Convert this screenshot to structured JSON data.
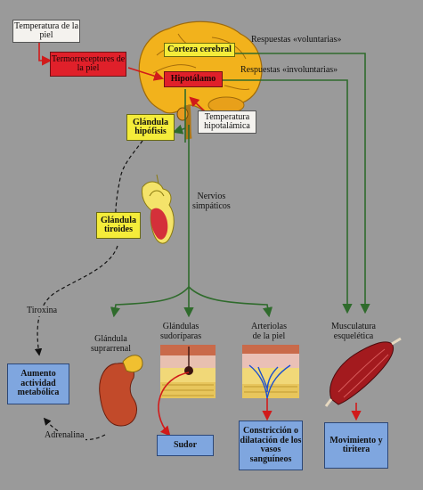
{
  "boxes": {
    "skin_temperature": "Temperatura de la piel",
    "skin_thermoreceptors": "Termorreceptores de la piel",
    "cerebral_cortex": "Corteza cerebral",
    "hypothalamus": "Hipotálamo",
    "hypothalamic_temperature": "Temperatura hipotalámica",
    "pituitary_gland": "Glándula hipófisis",
    "thyroid_gland": "Glándula tiroides",
    "metabolic_activity": "Aumento actividad metabólica",
    "sweat": "Sudor",
    "vessel_constriction": "Constricción o dilatación de los vasos sanguíneos",
    "movement_shivering": "Movimiento y tiritera"
  },
  "labels": {
    "voluntary_responses": "Respuestas «voluntarias»",
    "involuntary_responses": "Respuestas «involuntarias»",
    "sympathetic_nerves": "Nervios\nsimpáticos",
    "thyroxine": "Tiroxina",
    "adrenal_gland": "Glándula\nsuprarrenal",
    "sweat_glands": "Glándulas\nsudoríparas",
    "skin_arterioles": "Arteriolas\nde la piel",
    "skeletal_muscle": "Musculatura\nesquelética",
    "adrenaline": "Adrenalina"
  },
  "colors": {
    "background": "#9a9a9a",
    "brain": "#f2b21c",
    "arrow_green": "#2f6b2c",
    "arrow_red": "#d11a1a",
    "box_blue": "#7fa6df",
    "box_yellow": "#f4ec3a",
    "box_red": "#e0202a"
  }
}
